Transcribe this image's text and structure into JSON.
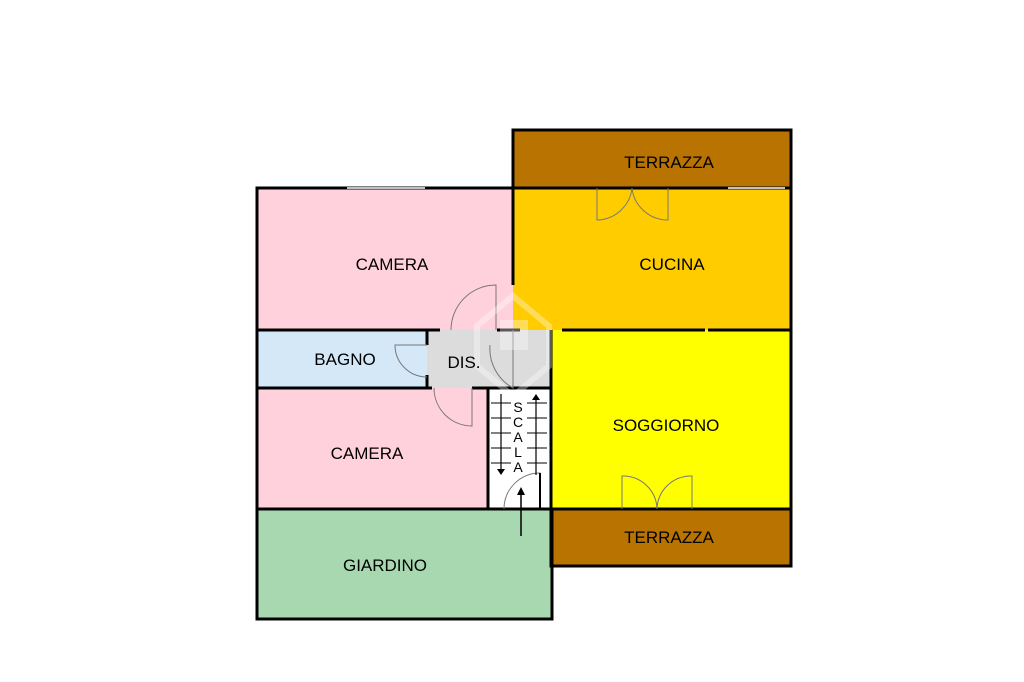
{
  "rooms": {
    "terrazza_north": {
      "label": "TERRAZZA",
      "color": "#b87300"
    },
    "camera_top": {
      "label": "CAMERA",
      "color": "#ffd1dc"
    },
    "cucina": {
      "label": "CUCINA",
      "color": "#ffcc00"
    },
    "bagno": {
      "label": "BAGNO",
      "color": "#d4e8f8"
    },
    "disimpegno": {
      "label": "DIS.",
      "color": "#dcdcdc"
    },
    "soggiorno": {
      "label": "SOGGIORNO",
      "color": "#ffff00"
    },
    "camera_bottom": {
      "label": "CAMERA",
      "color": "#ffd1dc"
    },
    "giardino": {
      "label": "GIARDINO",
      "color": "#a8d8b0"
    },
    "terrazza_south": {
      "label": "TERRAZZA",
      "color": "#b87300"
    }
  },
  "stairs": {
    "letters": [
      "S",
      "C",
      "A",
      "L",
      "A"
    ]
  }
}
